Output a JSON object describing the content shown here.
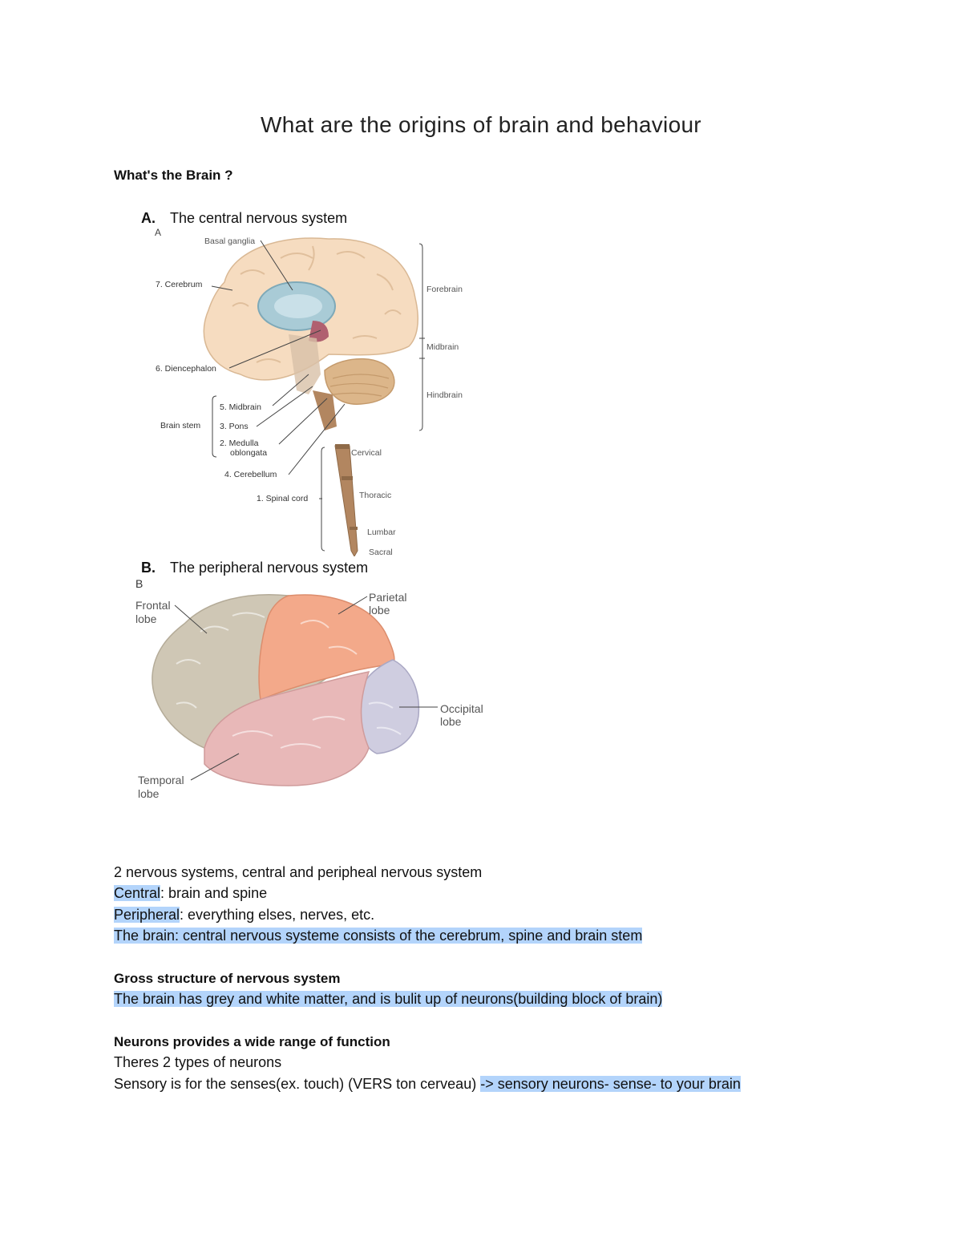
{
  "document": {
    "title": "What are the origins of brain and behaviour",
    "section_heading": "What's the Brain ?",
    "list": [
      {
        "marker": "A.",
        "text": "The central nervous system"
      },
      {
        "marker": "B.",
        "text": "The peripheral nervous system"
      }
    ],
    "figure_a": {
      "panel_letter": "A",
      "labels": {
        "basal_ganglia": "Basal ganglia",
        "cerebrum": "7. Cerebrum",
        "diencephalon": "6. Diencephalon",
        "brain_stem": "Brain stem",
        "midbrain_5": "5. Midbrain",
        "pons": "3. Pons",
        "medulla_1": "2. Medulla",
        "medulla_2": "oblongata",
        "cerebellum": "4. Cerebellum",
        "spinal_cord": "1. Spinal cord",
        "forebrain": "Forebrain",
        "midbrain": "Midbrain",
        "hindbrain": "Hindbrain",
        "cervical": "Cervical",
        "thoracic": "Thoracic",
        "lumbar": "Lumbar",
        "sacral": "Sacral"
      }
    },
    "figure_b": {
      "panel_letter": "B",
      "labels": {
        "frontal_1": "Frontal",
        "frontal_2": "lobe",
        "parietal_1": "Parietal",
        "parietal_2": "lobe",
        "occipital_1": "Occipital",
        "occipital_2": "lobe",
        "temporal_1": "Temporal",
        "temporal_2": "lobe"
      }
    },
    "notes": {
      "line1": "2 nervous systems, central and peripheal nervous system",
      "central_term": "Central",
      "central_rest": ": brain and spine",
      "peripheral_term": "Peripheral",
      "peripheral_rest": ": everything elses, nerves, etc.",
      "brain_line": "The brain: central nervous systeme consists of the cerebrum, spine and brain stem",
      "gross_heading": "Gross structure of nervous system",
      "gross_line": "The brain has grey and white matter, and is bulit up of neurons(building block of brain)",
      "neurons_heading": "Neurons provides a wide range of function",
      "types_line": "Theres 2 types of neurons",
      "sensory_plain": "Sensory is for the senses(ex. touch) (VERS ton cerveau) ",
      "sensory_highlight": "-> sensory neurons- sense- to your brain"
    }
  },
  "colors": {
    "highlight": "#b3d4fb",
    "cerebrum_fill": "#f6dcc0",
    "basal_ganglia_fill": "#a9cbd6",
    "stem_fill": "#b28660",
    "cerebellum_fill": "#dcb68a",
    "frontal_fill": "#cfc7b5",
    "parietal_fill": "#f3a98a",
    "temporal_fill": "#e8b8b8",
    "occipital_fill": "#cfcde0"
  }
}
